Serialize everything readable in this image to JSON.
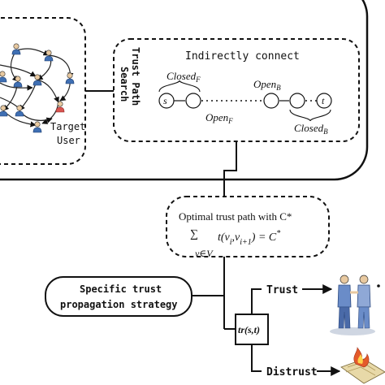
{
  "network": {
    "target_user_line1": "Target",
    "target_user_line2": "User"
  },
  "trust_path_search": {
    "vertical_label_line1": "Trust Path",
    "vertical_label_line2": "Search",
    "header": "Indirectly connect",
    "node_s": "s",
    "node_t": "t",
    "closed_f": "Closed",
    "closed_f_sub": "F",
    "open_b": "Open",
    "open_b_sub": "B",
    "open_f": "Open",
    "open_f_sub": "F",
    "closed_b": "Closed",
    "closed_b_sub": "B"
  },
  "optimal_path": {
    "title": "Optimal trust path with C*",
    "sum_symbol": "∑",
    "sum_subscript": "v∈V",
    "formula_func": "t(v",
    "formula_sub_i": "i",
    "formula_mid": ",v",
    "formula_sub_i1": "i+1",
    "formula_tail": ") = C",
    "formula_sup": "*"
  },
  "strategy": {
    "line1": "Specific trust",
    "line2": "propagation strategy"
  },
  "tr_box": {
    "label": "tr(s,t)"
  },
  "outcomes": {
    "trust": "Trust",
    "distrust": "Distrust"
  },
  "icons": {
    "users": "user-icon",
    "handshake": "handshake-icon",
    "broken_contract": "distrust-icon"
  },
  "colors": {
    "stroke": "#111111",
    "user_blue": "#3f6fb3",
    "user_red": "#d9534f",
    "skin": "#e8c9a0",
    "handshake_blue": "#6a8cc8",
    "paper": "#e8d9a8",
    "flame": "#e45a2a"
  }
}
